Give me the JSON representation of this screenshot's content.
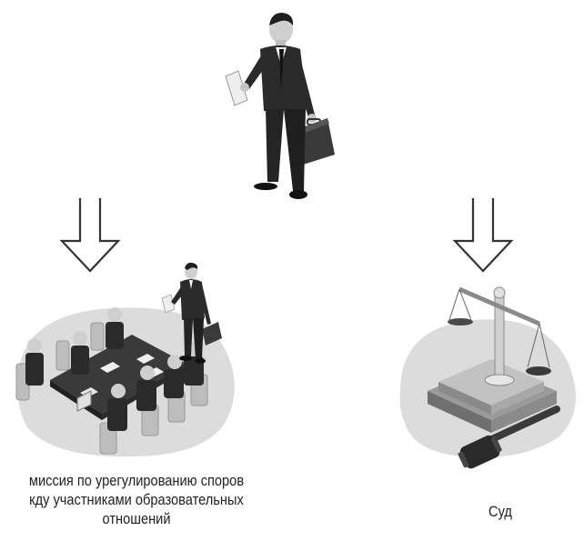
{
  "top_figure": {
    "icon": "businessman-with-briefcase-icon"
  },
  "left_branch": {
    "icon": "meeting-table-icon",
    "label_lines": [
      "миссия по урегулированию споров",
      "кду участниками образовательных",
      "отношений"
    ]
  },
  "right_branch": {
    "icon": "court-scales-gavel-icon",
    "label": "Суд"
  },
  "colors": {
    "blob": "#dcdcdc",
    "arrow_stroke": "#333333",
    "suit": "#2a2a2a"
  }
}
